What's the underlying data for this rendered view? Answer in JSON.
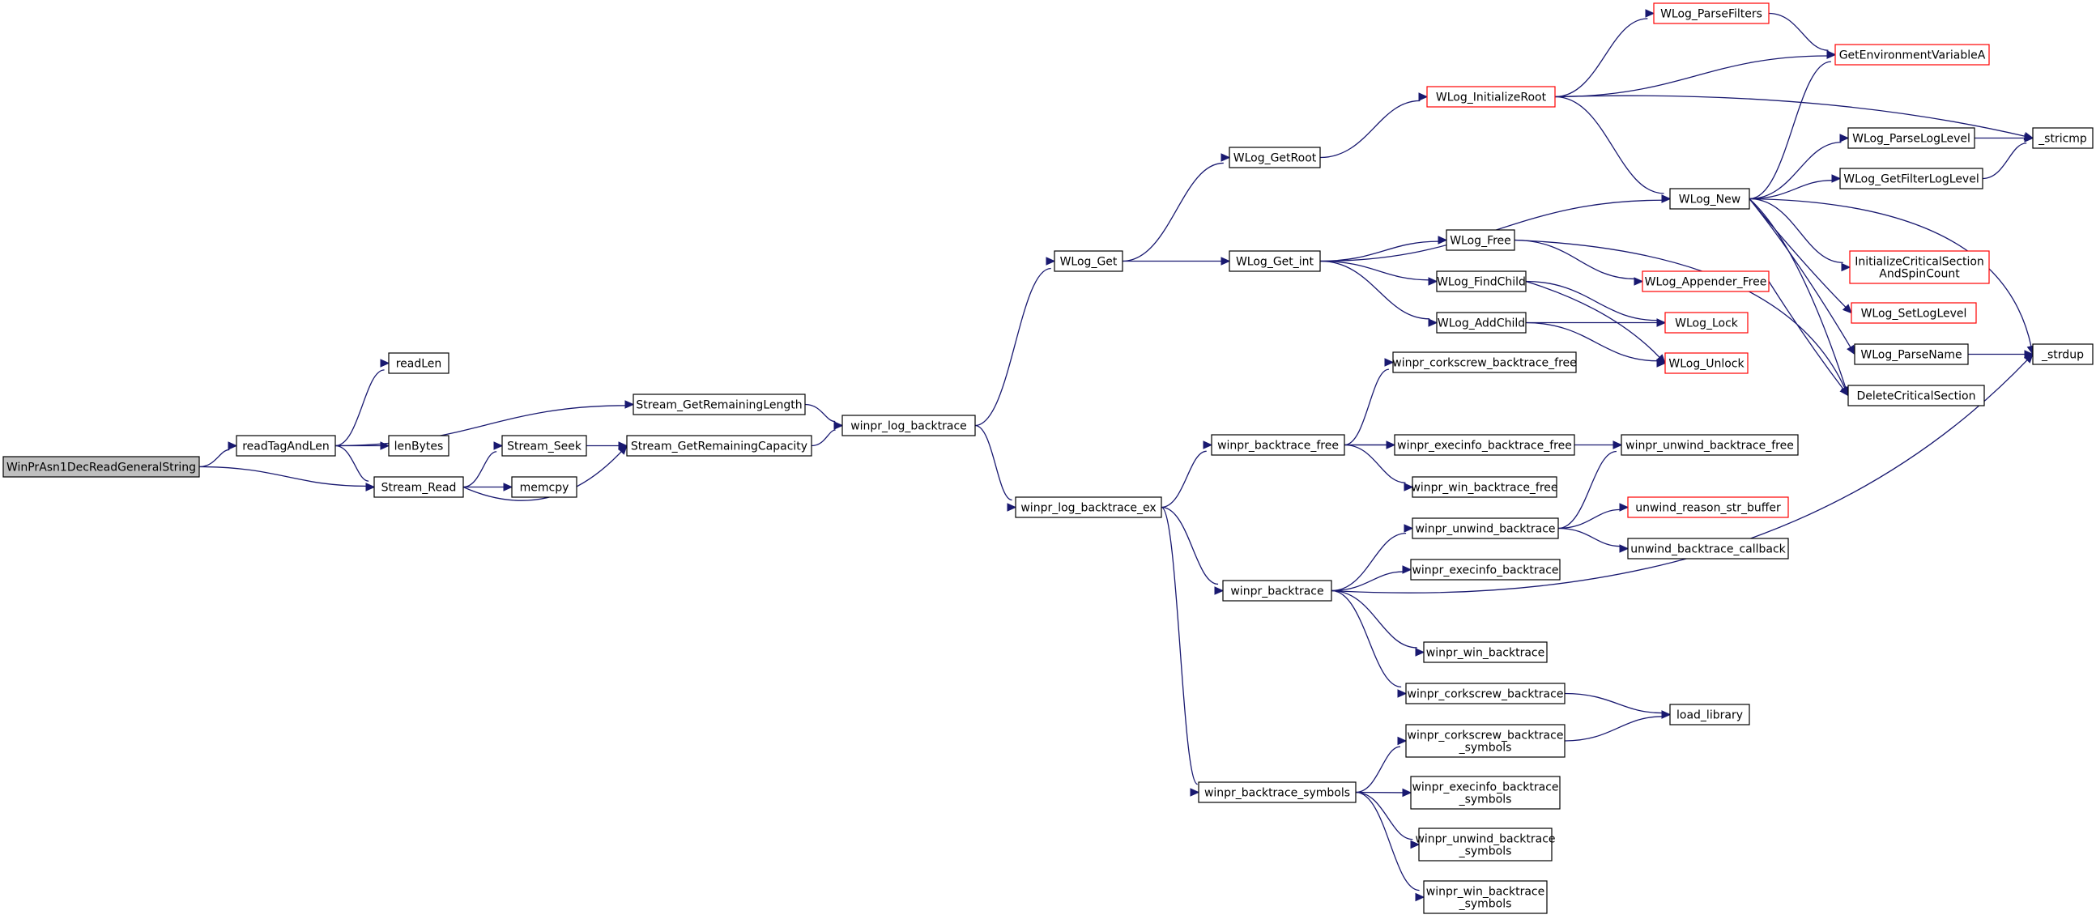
{
  "colors": {
    "edge": "#191970",
    "box_default": "#000000",
    "box_truncated": "#ff0000",
    "root_fill": "#bfbfbf",
    "node_fill": "#ffffff"
  },
  "graph": {
    "nodes": [
      {
        "id": "n_root",
        "label": "WinPrAsn1DecReadGeneralString",
        "type": "root"
      },
      {
        "id": "n_readTagAndLen",
        "label": "readTagAndLen",
        "type": "normal"
      },
      {
        "id": "n_readLen",
        "label": "readLen",
        "type": "normal"
      },
      {
        "id": "n_lenBytes",
        "label": "lenBytes",
        "type": "normal"
      },
      {
        "id": "n_Stream_Read",
        "label": "Stream_Read",
        "type": "normal"
      },
      {
        "id": "n_Stream_Seek",
        "label": "Stream_Seek",
        "type": "normal"
      },
      {
        "id": "n_memcpy",
        "label": "memcpy",
        "type": "normal"
      },
      {
        "id": "n_Stream_GetRemainingLength",
        "label": "Stream_GetRemainingLength",
        "type": "normal"
      },
      {
        "id": "n_Stream_GetRemainingCapacity",
        "label": "Stream_GetRemainingCapacity",
        "type": "normal"
      },
      {
        "id": "n_winpr_log_backtrace",
        "label": "winpr_log_backtrace",
        "type": "normal"
      },
      {
        "id": "n_WLog_Get",
        "label": "WLog_Get",
        "type": "normal"
      },
      {
        "id": "n_winpr_log_backtrace_ex",
        "label": "winpr_log_backtrace_ex",
        "type": "normal"
      },
      {
        "id": "n_WLog_GetRoot",
        "label": "WLog_GetRoot",
        "type": "normal"
      },
      {
        "id": "n_WLog_Get_int",
        "label": "WLog_Get_int",
        "type": "normal"
      },
      {
        "id": "n_WLog_InitializeRoot",
        "label": "WLog_InitializeRoot",
        "type": "truncated"
      },
      {
        "id": "n_WLog_ParseFilters",
        "label": "WLog_ParseFilters",
        "type": "truncated"
      },
      {
        "id": "n_GetEnvironmentVariableA",
        "label": "GetEnvironmentVariableA",
        "type": "truncated"
      },
      {
        "id": "n_stricmp",
        "label": "_stricmp",
        "type": "normal"
      },
      {
        "id": "n_WLog_New",
        "label": "WLog_New",
        "type": "normal"
      },
      {
        "id": "n_WLog_ParseLogLevel",
        "label": "WLog_ParseLogLevel",
        "type": "normal"
      },
      {
        "id": "n_WLog_GetFilterLogLevel",
        "label": "WLog_GetFilterLogLevel",
        "type": "normal"
      },
      {
        "id": "n_WLog_Free",
        "label": "WLog_Free",
        "type": "normal"
      },
      {
        "id": "n_WLog_FindChild",
        "label": "WLog_FindChild",
        "type": "normal"
      },
      {
        "id": "n_WLog_AddChild",
        "label": "WLog_AddChild",
        "type": "normal"
      },
      {
        "id": "n_WLog_Appender_Free",
        "label": "WLog_Appender_Free",
        "type": "truncated"
      },
      {
        "id": "n_WLog_Lock",
        "label": "WLog_Lock",
        "type": "truncated"
      },
      {
        "id": "n_WLog_Unlock",
        "label": "WLog_Unlock",
        "type": "truncated"
      },
      {
        "id": "n_InitializeCriticalSection",
        "label": "InitializeCriticalSection\nAndSpinCount",
        "type": "truncated"
      },
      {
        "id": "n_WLog_SetLogLevel",
        "label": "WLog_SetLogLevel",
        "type": "truncated"
      },
      {
        "id": "n_WLog_ParseName",
        "label": "WLog_ParseName",
        "type": "normal"
      },
      {
        "id": "n_strdup",
        "label": "_strdup",
        "type": "normal"
      },
      {
        "id": "n_DeleteCriticalSection",
        "label": "DeleteCriticalSection",
        "type": "normal"
      },
      {
        "id": "n_winpr_backtrace_free",
        "label": "winpr_backtrace_free",
        "type": "normal"
      },
      {
        "id": "n_winpr_corkscrew_backtrace_free",
        "label": "winpr_corkscrew_backtrace_free",
        "type": "normal"
      },
      {
        "id": "n_winpr_execinfo_backtrace_free",
        "label": "winpr_execinfo_backtrace_free",
        "type": "normal"
      },
      {
        "id": "n_winpr_unwind_backtrace_free",
        "label": "winpr_unwind_backtrace_free",
        "type": "normal"
      },
      {
        "id": "n_winpr_win_backtrace_free",
        "label": "winpr_win_backtrace_free",
        "type": "normal"
      },
      {
        "id": "n_winpr_backtrace",
        "label": "winpr_backtrace",
        "type": "normal"
      },
      {
        "id": "n_winpr_unwind_backtrace",
        "label": "winpr_unwind_backtrace",
        "type": "normal"
      },
      {
        "id": "n_unwind_reason_str_buffer",
        "label": "unwind_reason_str_buffer",
        "type": "truncated"
      },
      {
        "id": "n_unwind_backtrace_callback",
        "label": "unwind_backtrace_callback",
        "type": "normal"
      },
      {
        "id": "n_winpr_execinfo_backtrace",
        "label": "winpr_execinfo_backtrace",
        "type": "normal"
      },
      {
        "id": "n_winpr_win_backtrace",
        "label": "winpr_win_backtrace",
        "type": "normal"
      },
      {
        "id": "n_winpr_corkscrew_backtrace",
        "label": "winpr_corkscrew_backtrace",
        "type": "normal"
      },
      {
        "id": "n_load_library",
        "label": "load_library",
        "type": "normal"
      },
      {
        "id": "n_winpr_backtrace_symbols",
        "label": "winpr_backtrace_symbols",
        "type": "normal"
      },
      {
        "id": "n_winpr_corkscrew_backtrace_symbols",
        "label": "winpr_corkscrew_backtrace\n_symbols",
        "type": "normal"
      },
      {
        "id": "n_winpr_execinfo_backtrace_symbols",
        "label": "winpr_execinfo_backtrace\n_symbols",
        "type": "normal"
      },
      {
        "id": "n_winpr_unwind_backtrace_symbols",
        "label": "winpr_unwind_backtrace\n_symbols",
        "type": "normal"
      },
      {
        "id": "n_winpr_win_backtrace_symbols",
        "label": "winpr_win_backtrace\n_symbols",
        "type": "normal"
      }
    ],
    "edges": [
      [
        "n_root",
        "n_readTagAndLen"
      ],
      [
        "n_root",
        "n_Stream_Read"
      ],
      [
        "n_readTagAndLen",
        "n_readLen"
      ],
      [
        "n_readTagAndLen",
        "n_Stream_GetRemainingLength"
      ],
      [
        "n_readTagAndLen",
        "n_lenBytes"
      ],
      [
        "n_readTagAndLen",
        "n_Stream_Read"
      ],
      [
        "n_Stream_Read",
        "n_Stream_Seek"
      ],
      [
        "n_Stream_Read",
        "n_memcpy"
      ],
      [
        "n_Stream_Read",
        "n_Stream_GetRemainingCapacity"
      ],
      [
        "n_Stream_Seek",
        "n_Stream_GetRemainingCapacity"
      ],
      [
        "n_Stream_GetRemainingLength",
        "n_winpr_log_backtrace"
      ],
      [
        "n_Stream_GetRemainingCapacity",
        "n_winpr_log_backtrace"
      ],
      [
        "n_winpr_log_backtrace",
        "n_WLog_Get"
      ],
      [
        "n_winpr_log_backtrace",
        "n_winpr_log_backtrace_ex"
      ],
      [
        "n_WLog_Get",
        "n_WLog_GetRoot"
      ],
      [
        "n_WLog_Get",
        "n_WLog_Get_int"
      ],
      [
        "n_WLog_GetRoot",
        "n_WLog_InitializeRoot"
      ],
      [
        "n_WLog_InitializeRoot",
        "n_WLog_ParseFilters"
      ],
      [
        "n_WLog_InitializeRoot",
        "n_GetEnvironmentVariableA"
      ],
      [
        "n_WLog_InitializeRoot",
        "n_stricmp"
      ],
      [
        "n_WLog_InitializeRoot",
        "n_WLog_New"
      ],
      [
        "n_WLog_ParseFilters",
        "n_GetEnvironmentVariableA"
      ],
      [
        "n_WLog_Get_int",
        "n_WLog_New"
      ],
      [
        "n_WLog_Get_int",
        "n_WLog_Free"
      ],
      [
        "n_WLog_Get_int",
        "n_WLog_FindChild"
      ],
      [
        "n_WLog_Get_int",
        "n_WLog_AddChild"
      ],
      [
        "n_WLog_New",
        "n_GetEnvironmentVariableA"
      ],
      [
        "n_WLog_New",
        "n_WLog_ParseLogLevel"
      ],
      [
        "n_WLog_New",
        "n_WLog_GetFilterLogLevel"
      ],
      [
        "n_WLog_New",
        "n_strdup"
      ],
      [
        "n_WLog_New",
        "n_InitializeCriticalSection"
      ],
      [
        "n_WLog_New",
        "n_WLog_SetLogLevel"
      ],
      [
        "n_WLog_New",
        "n_WLog_ParseName"
      ],
      [
        "n_WLog_New",
        "n_DeleteCriticalSection"
      ],
      [
        "n_WLog_ParseLogLevel",
        "n_stricmp"
      ],
      [
        "n_WLog_GetFilterLogLevel",
        "n_stricmp"
      ],
      [
        "n_WLog_ParseName",
        "n_strdup"
      ],
      [
        "n_WLog_Free",
        "n_WLog_Appender_Free"
      ],
      [
        "n_WLog_Free",
        "n_DeleteCriticalSection"
      ],
      [
        "n_WLog_Appender_Free",
        "n_DeleteCriticalSection"
      ],
      [
        "n_WLog_FindChild",
        "n_WLog_Lock"
      ],
      [
        "n_WLog_FindChild",
        "n_WLog_Unlock"
      ],
      [
        "n_WLog_AddChild",
        "n_WLog_Lock"
      ],
      [
        "n_WLog_AddChild",
        "n_WLog_Unlock"
      ],
      [
        "n_winpr_log_backtrace_ex",
        "n_winpr_backtrace_free"
      ],
      [
        "n_winpr_log_backtrace_ex",
        "n_winpr_backtrace"
      ],
      [
        "n_winpr_log_backtrace_ex",
        "n_winpr_backtrace_symbols"
      ],
      [
        "n_winpr_backtrace_free",
        "n_winpr_corkscrew_backtrace_free"
      ],
      [
        "n_winpr_backtrace_free",
        "n_winpr_execinfo_backtrace_free"
      ],
      [
        "n_winpr_backtrace_free",
        "n_winpr_unwind_backtrace_free"
      ],
      [
        "n_winpr_backtrace_free",
        "n_winpr_win_backtrace_free"
      ],
      [
        "n_winpr_backtrace",
        "n_winpr_unwind_backtrace"
      ],
      [
        "n_winpr_backtrace",
        "n_winpr_execinfo_backtrace"
      ],
      [
        "n_winpr_backtrace",
        "n_strdup"
      ],
      [
        "n_winpr_backtrace",
        "n_winpr_win_backtrace"
      ],
      [
        "n_winpr_backtrace",
        "n_winpr_corkscrew_backtrace"
      ],
      [
        "n_winpr_unwind_backtrace",
        "n_winpr_unwind_backtrace_free"
      ],
      [
        "n_winpr_unwind_backtrace",
        "n_unwind_reason_str_buffer"
      ],
      [
        "n_winpr_unwind_backtrace",
        "n_unwind_backtrace_callback"
      ],
      [
        "n_winpr_corkscrew_backtrace",
        "n_load_library"
      ],
      [
        "n_winpr_backtrace_symbols",
        "n_winpr_corkscrew_backtrace_symbols"
      ],
      [
        "n_winpr_backtrace_symbols",
        "n_winpr_execinfo_backtrace_symbols"
      ],
      [
        "n_winpr_backtrace_symbols",
        "n_winpr_unwind_backtrace_symbols"
      ],
      [
        "n_winpr_backtrace_symbols",
        "n_winpr_win_backtrace_symbols"
      ],
      [
        "n_winpr_corkscrew_backtrace_symbols",
        "n_load_library"
      ]
    ]
  }
}
